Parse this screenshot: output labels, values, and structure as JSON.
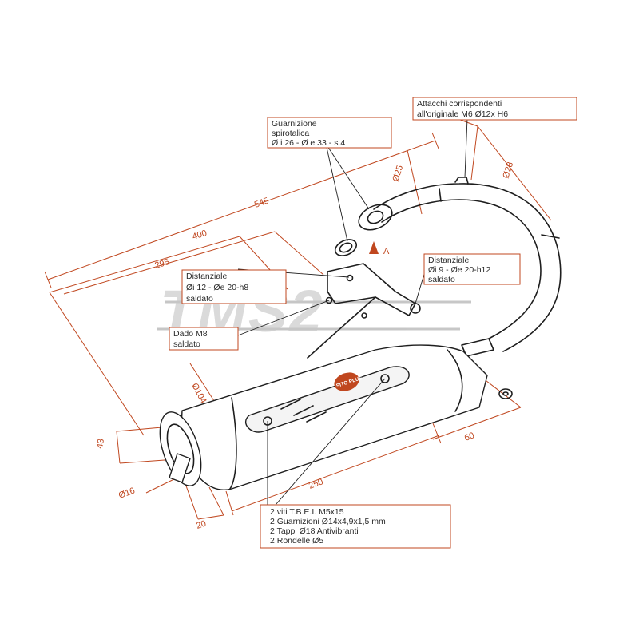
{
  "watermark": {
    "text": "TMS2"
  },
  "labels": {
    "attacchi": {
      "line1": "Attacchi corrispondenti",
      "line2": "all'originale M6 Ø12x H6"
    },
    "guarnizione": {
      "line1": "Guarnizione",
      "line2": "spirotalica",
      "line3": "Ø i 26 - Ø e 33 - s.4"
    },
    "distanziale_left": {
      "line1": "Distanziale",
      "line2": "Øi 12 - Øe 20-h8",
      "line3": "saldato"
    },
    "distanziale_right": {
      "line1": "Distanziale",
      "line2": "Øi 9 - Øe 20-h12",
      "line3": "saldato"
    },
    "dado": {
      "line1": "Dado M8",
      "line2": "saldato"
    },
    "kit": {
      "line1": "2 viti T.B.E.I. M5x15",
      "line2": "2 Guarnizioni Ø14x4,9x1,5 mm",
      "line3": "2 Tappi Ø18 Antivibranti",
      "line4": "2 Rondelle Ø5"
    },
    "section_marker": "A",
    "brand_badge": "SITO PLUS"
  },
  "dimensions": {
    "overall_length": "545",
    "length_400": "400",
    "length_295": "295",
    "pipe_dia_25": "Ø25",
    "pipe_dia_28": "Ø28",
    "body_dia": "Ø104",
    "outlet_height": "43",
    "tailpipe_dia": "Ø16",
    "tailpipe_length": "20",
    "body_length": "250",
    "cone_length": "60"
  },
  "colors": {
    "dimension_lines": "#c0471f",
    "drawing_ink": "#1e1e1e",
    "watermark": "#c8c8c8"
  }
}
